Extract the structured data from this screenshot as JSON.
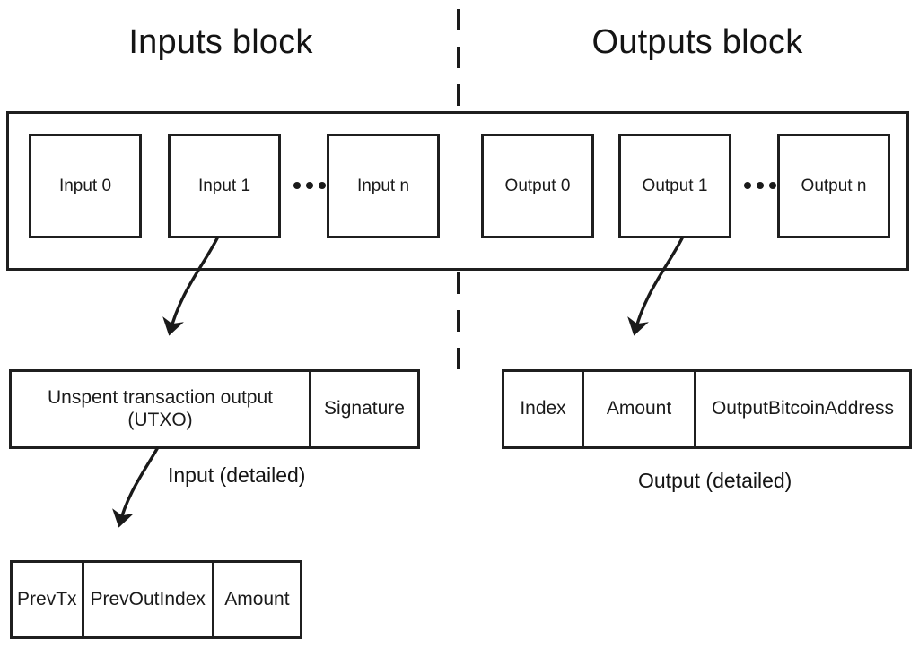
{
  "headings": {
    "inputs": "Inputs block",
    "outputs": "Outputs block"
  },
  "inputs_block": {
    "items": [
      {
        "label": "Input 0"
      },
      {
        "label": "Input 1"
      },
      {
        "label": "Input n"
      }
    ],
    "ellipsis": "..."
  },
  "outputs_block": {
    "items": [
      {
        "label": "Output 0"
      },
      {
        "label": "Output 1"
      },
      {
        "label": "Output n"
      }
    ],
    "ellipsis": "..."
  },
  "input_detail": {
    "caption": "Input (detailed)",
    "cells": [
      {
        "label": "Unspent transaction output\n(UTXO)",
        "line1": "Unspent transaction output",
        "line2": "(UTXO)"
      },
      {
        "label": "Signature"
      }
    ]
  },
  "output_detail": {
    "caption": "Output (detailed)",
    "cells": [
      {
        "label": "Index"
      },
      {
        "label": "Amount"
      },
      {
        "label": "OutputBitcoinAddress"
      }
    ]
  },
  "utxo_detail": {
    "cells": [
      {
        "label": "PrevTx"
      },
      {
        "label": "PrevOutIndex"
      },
      {
        "label": "Amount"
      }
    ]
  },
  "colors": {
    "stroke": "#1f1f1f",
    "text": "#1a1a1a",
    "background": "#ffffff"
  }
}
